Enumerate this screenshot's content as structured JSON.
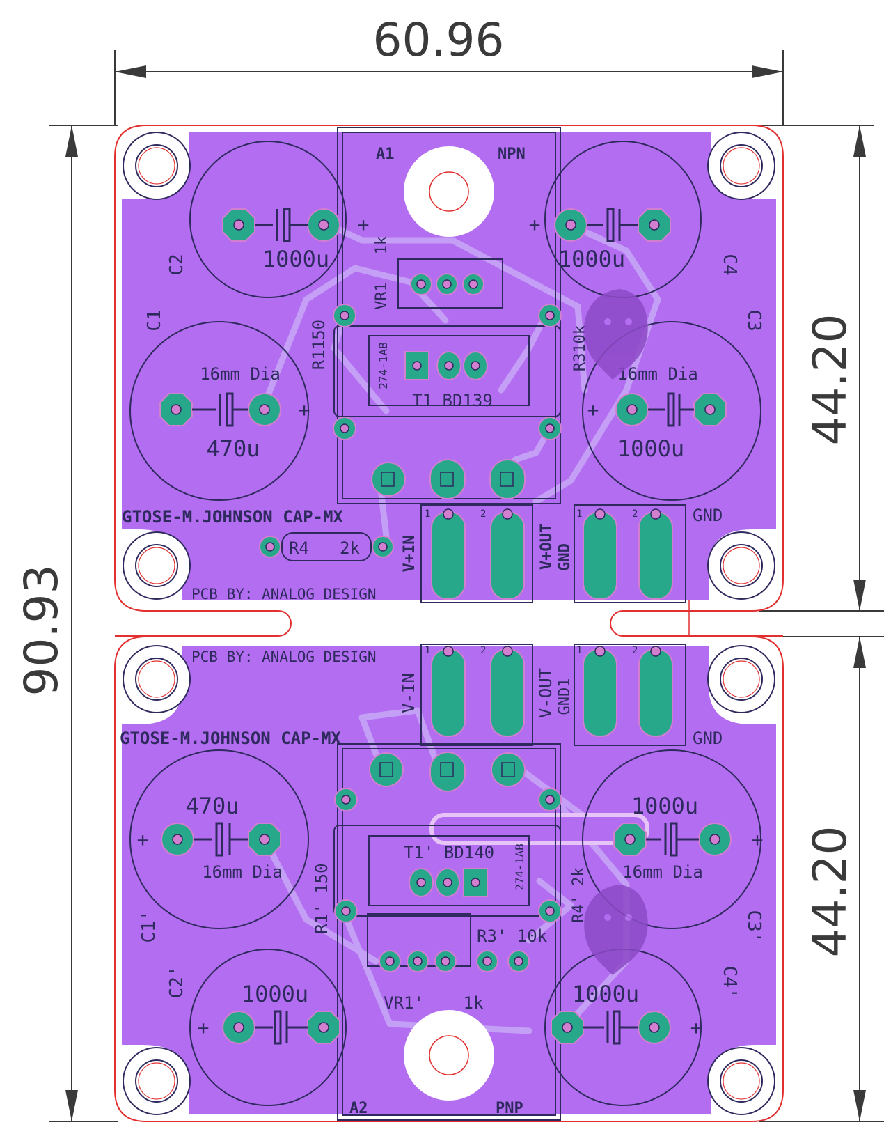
{
  "dimensions": {
    "width": "60.96",
    "total_height": "90.93",
    "half_height_top": "44.20",
    "half_height_bottom": "44.20"
  },
  "top": {
    "title": "GTOSE-M.JOHNSON CAP-MX",
    "credit": "PCB BY: ANALOG DESIGN",
    "heatsink_label": "A1",
    "polarity_label": "NPN",
    "c2": {
      "ref": "C2",
      "value": "1000u"
    },
    "c1": {
      "ref": "C1",
      "value": "470u",
      "size": "16mm Dia"
    },
    "c4": {
      "ref": "C4",
      "value": "1000u"
    },
    "c3": {
      "ref": "C3",
      "value": "1000u",
      "size": "16mm Dia"
    },
    "vr1": {
      "ref": "VR1",
      "value": "1k"
    },
    "r1": "R1150",
    "r3": "R310k",
    "t1_part": "274-1AB",
    "t1": "T1 BD139",
    "r4": {
      "ref": "R4",
      "value": "2k"
    },
    "conn_in": "V+IN",
    "conn_out": "V+OUT",
    "conn_gnd": "GND",
    "gnd_label": "GND"
  },
  "bottom": {
    "title": "GTOSE-M.JOHNSON CAP-MX",
    "credit": "PCB BY: ANALOG DESIGN",
    "heatsink_label": "A2",
    "polarity_label": "PNP",
    "c1": {
      "ref": "C1'",
      "value": "470u",
      "size": "16mm Dia"
    },
    "c2": {
      "ref": "C2'",
      "value": "1000u"
    },
    "c3": {
      "ref": "C3'",
      "value": "1000u",
      "size": "16mm Dia"
    },
    "c4": {
      "ref": "C4'",
      "value": "1000u"
    },
    "t1": "T1' BD140",
    "t1_part": "274-1AB",
    "r1": "R1' 150",
    "r4": "R4' 2k",
    "r3": "R3' 10k",
    "vr1": {
      "ref": "VR1'",
      "value": "1k"
    },
    "conn_in": "V-IN",
    "conn_out": "V-OUT",
    "conn_gnd": "GND1",
    "gnd_label": "GND"
  },
  "pin_labels": [
    "1",
    "2"
  ],
  "plus_sign": "+",
  "colors": {
    "board": "#b36df0",
    "copper_pad": "#27a88a",
    "pad_hole": "#d27fd0",
    "silkscreen": "#2e2a5e",
    "outline": "#e23030",
    "trace": "#c7a8f7"
  }
}
